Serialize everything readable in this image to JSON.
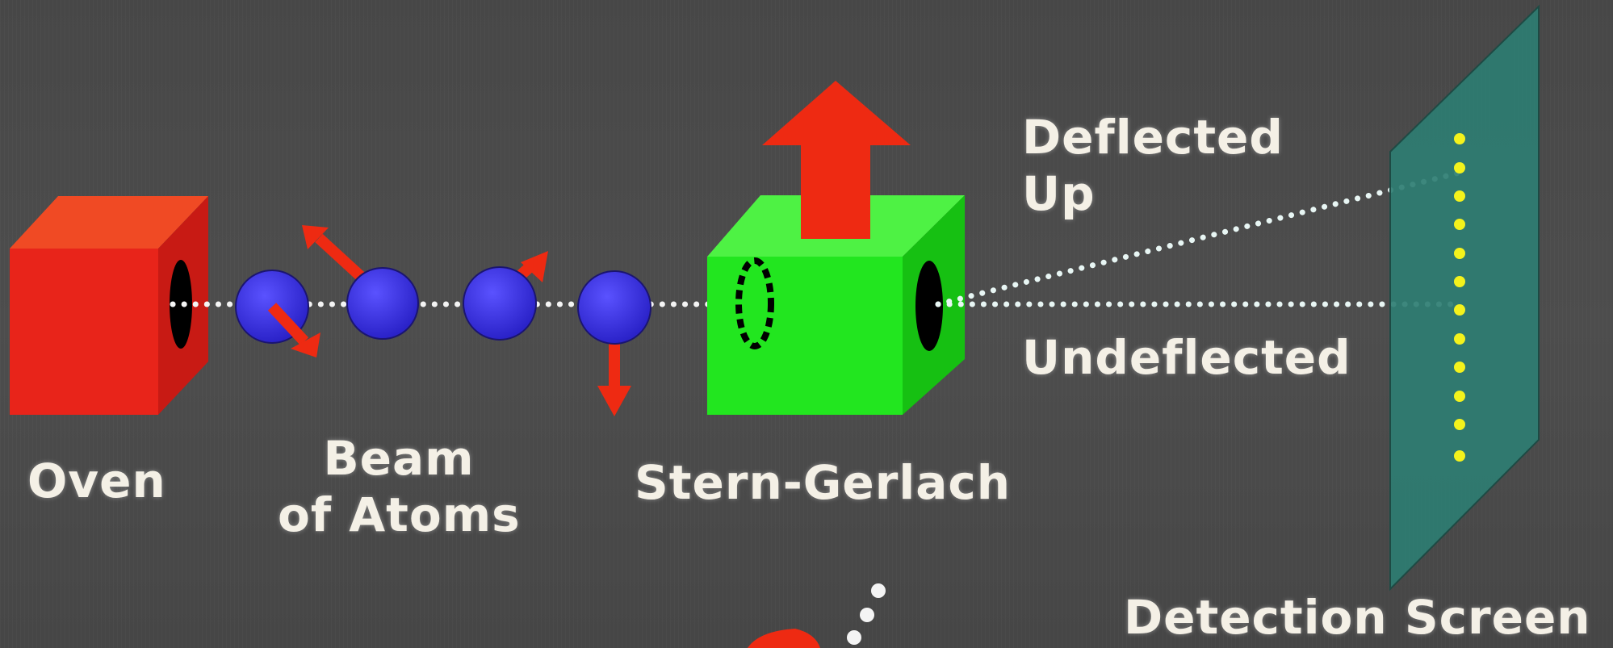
{
  "labels": {
    "oven": "Oven",
    "beam_line1": "Beam",
    "beam_line2": "of Atoms",
    "stern_gerlach": "Stern-Gerlach",
    "deflected_line1": "Deflected",
    "deflected_line2": "Up",
    "undeflected": "Undeflected",
    "detection_screen": "Detection Screen"
  },
  "colors": {
    "oven": "#e8241a",
    "magnet": "#22e61f",
    "atom": "#3a2fe0",
    "arrow": "#ee2a12",
    "screen": "#2e7d72",
    "dot_trail": "#ffffff",
    "screen_dot": "#f4f21c"
  },
  "icons": {
    "oven": "red-cube",
    "magnet": "green-cube",
    "atom": "blue-sphere",
    "spin": "red-arrow",
    "screen": "teal-panel"
  }
}
